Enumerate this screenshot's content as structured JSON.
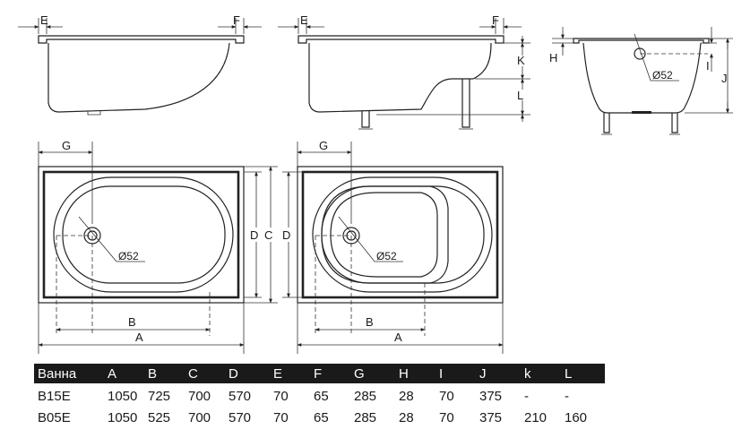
{
  "diagram": {
    "labels": {
      "e": "E",
      "f": "F",
      "g": "G",
      "h": "H",
      "i": "I",
      "j": "J",
      "k": "K",
      "l": "L",
      "a": "A",
      "b": "B",
      "c": "C",
      "d": "D",
      "drain": "Ø52"
    }
  },
  "table": {
    "headers": [
      "Ванна",
      "A",
      "B",
      "C",
      "D",
      "E",
      "F",
      "G",
      "H",
      "I",
      "J",
      "k",
      "L"
    ],
    "rows": [
      [
        "B15E",
        "1050",
        "725",
        "700",
        "570",
        "70",
        "65",
        "285",
        "28",
        "70",
        "375",
        "-",
        "-"
      ],
      [
        "B05E",
        "1050",
        "525",
        "700",
        "570",
        "70",
        "65",
        "285",
        "28",
        "70",
        "375",
        "210",
        "160"
      ]
    ]
  }
}
